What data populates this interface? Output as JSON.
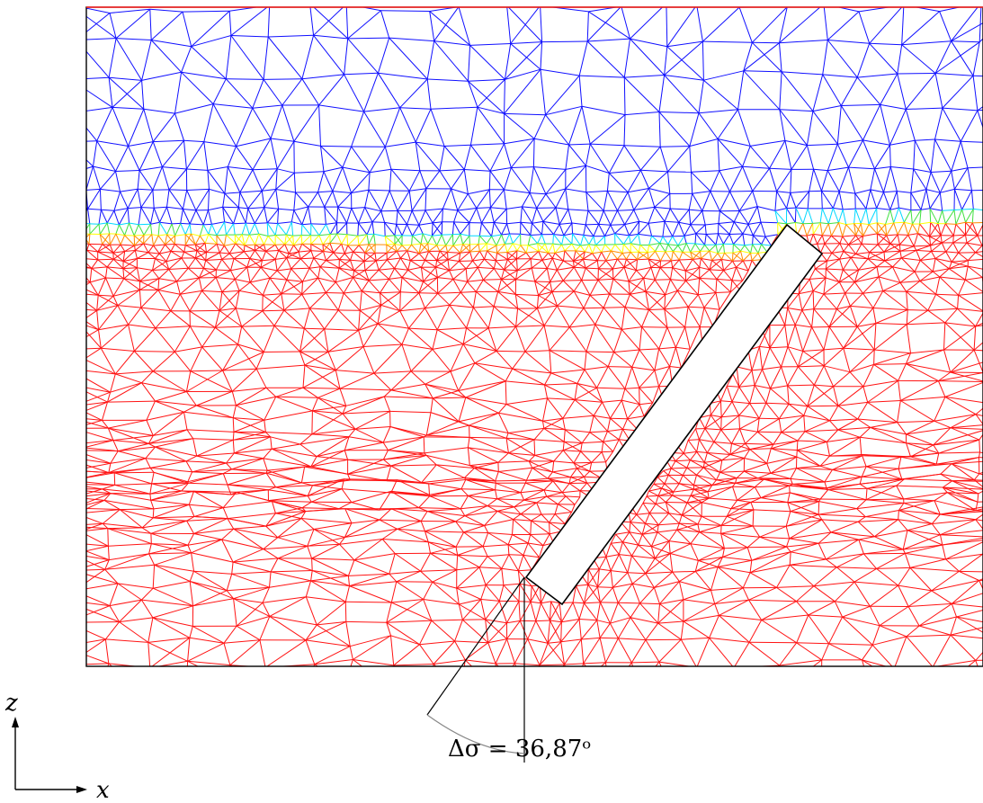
{
  "figure": {
    "angle_label": "Δσ = 36,87ᵒ",
    "angle_degrees": 36.87,
    "axis_x_label": "x",
    "axis_z_label": "z"
  },
  "colors": {
    "mesh_upper": "#1010ff",
    "mesh_lower": "#ff1414",
    "interface_band": [
      "#ff1414",
      "#ff8a00",
      "#ffff00",
      "#40e040",
      "#00d8ff",
      "#1010ff"
    ],
    "frame": "#000000",
    "top_edge": "#ff2020",
    "plate_fill": "#ffffff"
  },
  "icons": {
    "axis_arrows": "cartesian-axes-icon"
  }
}
